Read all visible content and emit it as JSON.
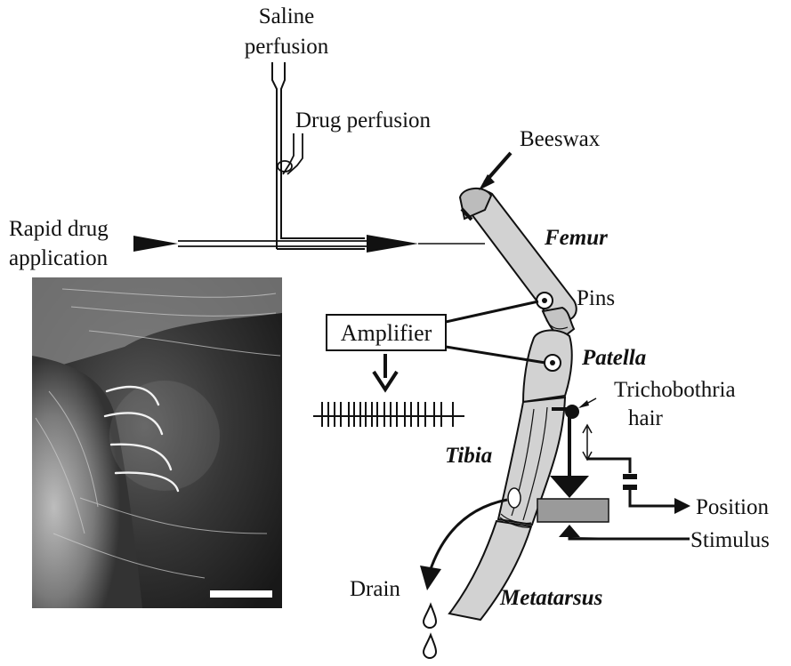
{
  "labels": {
    "saline_line1": "Saline",
    "saline_line2": "perfusion",
    "drug_perfusion": "Drug perfusion",
    "rapid_line1": "Rapid drug",
    "rapid_line2": "application",
    "beeswax": "Beeswax",
    "femur": "Femur",
    "pins": "Pins",
    "amplifier": "Amplifier",
    "patella": "Patella",
    "tricho_line1": "Trichobothria",
    "tricho_line2": "hair",
    "tibia": "Tibia",
    "position": "Position",
    "stimulus": "Stimulus",
    "drain": "Drain",
    "metatarsus": "Metatarsus"
  },
  "colors": {
    "leg_fill": "#d2d2d2",
    "stimulator_block": "#9a9a9a",
    "ink": "#111111",
    "photo_background": "#2a2a2a"
  },
  "icons": {
    "spike_train": "spike-train-icon",
    "drops": "drop-icon",
    "photo": "micrograph-hairs-photo"
  }
}
